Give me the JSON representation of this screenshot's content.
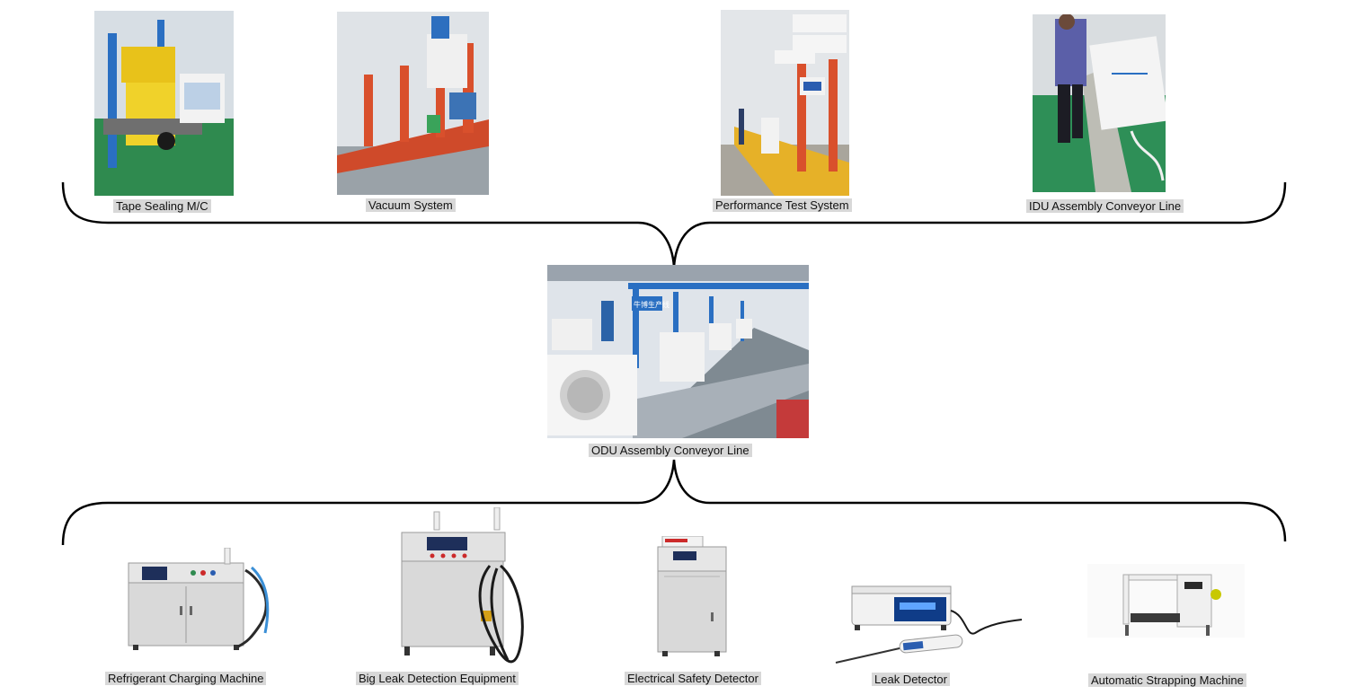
{
  "top_row": [
    {
      "name": "tape-sealing",
      "label": "Tape Sealing M/C"
    },
    {
      "name": "vacuum-system",
      "label": "Vacuum System"
    },
    {
      "name": "performance-test",
      "label": "Performance Test System"
    },
    {
      "name": "idu-assembly",
      "label": "IDU Assembly Conveyor Line"
    }
  ],
  "center": {
    "label": "ODU Assembly Conveyor Line",
    "sign_text": "牛博生产线"
  },
  "bottom_row": [
    {
      "name": "refrigerant-charging",
      "label": "Refrigerant Charging Machine"
    },
    {
      "name": "big-leak-detection",
      "label": "Big Leak Detection Equipment"
    },
    {
      "name": "electrical-safety",
      "label": "Electrical Safety Detector"
    },
    {
      "name": "leak-detector",
      "label": "Leak Detector"
    },
    {
      "name": "automatic-strapping",
      "label": "Automatic Strapping Machine"
    }
  ],
  "colors": {
    "connector": "#000000",
    "caption_bg": "#d8d8d8",
    "machine_gray": "#d9d9d9",
    "conveyor_orange": "#e0522a",
    "floor_green": "#2f8a4f",
    "frame_blue": "#2a6fc2",
    "screen_blue": "#2a5db0"
  }
}
